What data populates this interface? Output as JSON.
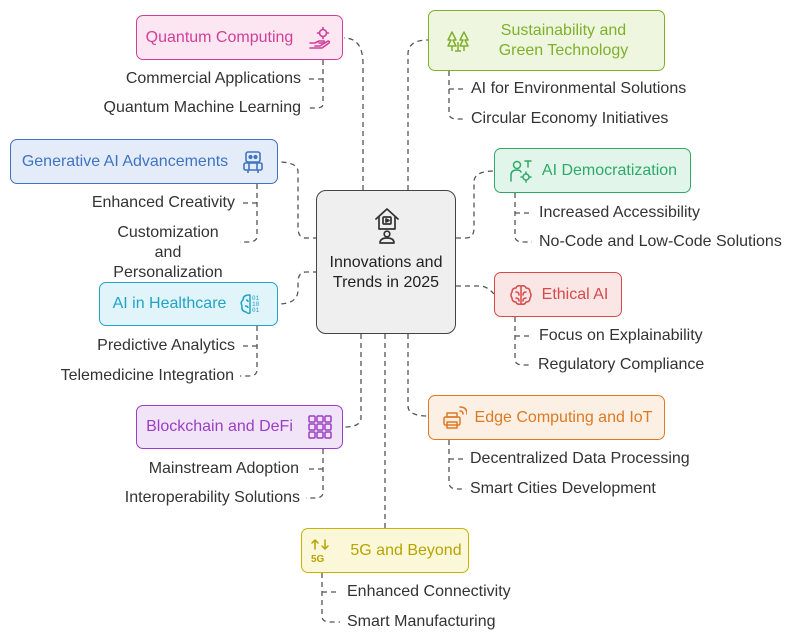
{
  "center": {
    "title": "Innovations and Trends in 2025",
    "icon": "house-person-icon"
  },
  "branches": [
    {
      "id": "quantum",
      "label": "Quantum Computing",
      "color": "#d0409a",
      "fill": "#fbe6f2",
      "icon": "gear-hand-icon",
      "items": [
        "Commercial Applications",
        "Quantum Machine Learning"
      ]
    },
    {
      "id": "genai",
      "label": "Generative AI Advancements",
      "color": "#3f74c4",
      "fill": "#e3ecf8",
      "icon": "robot-icon",
      "items": [
        "Enhanced Creativity",
        "Customization and Personalization"
      ]
    },
    {
      "id": "health",
      "label": "AI in Healthcare",
      "color": "#21a3c6",
      "fill": "#e0f4fa",
      "icon": "brain-binary-icon",
      "items": [
        "Predictive Analytics",
        "Telemedicine Integration"
      ]
    },
    {
      "id": "blockchain",
      "label": "Blockchain and DeFi",
      "color": "#9a3fc4",
      "fill": "#f1e4f8",
      "icon": "grid-blocks-icon",
      "items": [
        "Mainstream Adoption",
        "Interoperability Solutions"
      ]
    },
    {
      "id": "fiveg",
      "label": "5G and Beyond",
      "color": "#c9b400",
      "fill": "#fbf8da",
      "icon": "5g-arrows-icon",
      "items": [
        "Enhanced Connectivity",
        "Smart Manufacturing"
      ]
    },
    {
      "id": "sustain",
      "label": "Sustainability and Green Technology",
      "color": "#7fb02a",
      "fill": "#eef6e0",
      "icon": "trees-icon",
      "items": [
        "AI for Environmental Solutions",
        "Circular Economy Initiatives"
      ]
    },
    {
      "id": "democ",
      "label": "AI Democratization",
      "color": "#2fa96a",
      "fill": "#e2f5ea",
      "icon": "person-gear-icon",
      "items": [
        "Increased Accessibility",
        "No-Code and Low-Code Solutions"
      ]
    },
    {
      "id": "ethics",
      "label": "Ethical AI",
      "color": "#d64a4a",
      "fill": "#fbe6e6",
      "icon": "brain-icon",
      "items": [
        "Focus on Explainability",
        "Regulatory Compliance"
      ]
    },
    {
      "id": "edge",
      "label": "Edge Computing and IoT",
      "color": "#dd7a22",
      "fill": "#fcefe3",
      "icon": "printer-signal-icon",
      "items": [
        "Decentralized Data Processing",
        "Smart Cities Development"
      ]
    }
  ]
}
